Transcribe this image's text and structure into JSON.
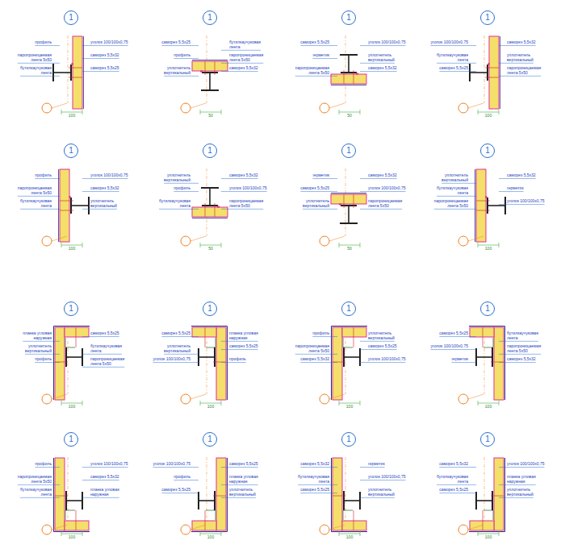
{
  "diagram": {
    "nodes": [
      {
        "text": [
          "1"
        ]
      },
      {
        "text": [
          "1"
        ]
      },
      {
        "text": [
          "1"
        ]
      },
      {
        "text": [
          "1"
        ]
      },
      {
        "text": [
          "1"
        ]
      },
      {
        "text": [
          "1"
        ]
      },
      {
        "text": [
          "1"
        ]
      },
      {
        "text": [
          "1"
        ]
      },
      {
        "text": [
          "1"
        ]
      },
      {
        "text": [
          "1"
        ]
      },
      {
        "text": [
          "1"
        ]
      },
      {
        "text": [
          "1"
        ]
      },
      {
        "text": [
          "1"
        ]
      },
      {
        "text": [
          "1"
        ]
      },
      {
        "text": [
          "1"
        ]
      },
      {
        "text": [
          "1"
        ]
      }
    ],
    "labels": [
      "профиль",
      "паропроницаемая лента 5х50",
      "бутилкаучуковая лента",
      "уголок 100/100х0,75",
      "саморез 5,5х32",
      "саморез 5,5х25",
      "100",
      "саморез 5,5х25",
      "профиль",
      "уплотнитель вертикальный",
      "бутилкаучуковая лента",
      "паропроницаемая лента 5х50",
      "саморез 5,5х32",
      "50",
      "саморез 5,5х25",
      "герметик",
      "паропроницаемая лента 5х50",
      "уголок 100/100х0,75",
      "уплотнитель вертикальный",
      "саморез 5,5х32",
      "50",
      "уголок 100/100х0,75",
      "бутилкаучуковая лента",
      "саморез 5,5х25",
      "саморез 5,5х32",
      "уплотнитель вертикальный",
      "паропроницаемая лента 5х50",
      "100",
      "профиль",
      "паропроницаемая лента 5х50",
      "бутилкаучуковая лента",
      "уголок 100/100х0,75",
      "саморез 5,5х32",
      "уплотнитель вертикальный",
      "100",
      "уплотнитель вертикальный",
      "профиль",
      "бутилкаучуковая лента",
      "саморез 5,5х32",
      "уголок 100/100х0,75",
      "паропроницаемая лента 5х50",
      "50",
      "герметик",
      "саморез 5,5х25",
      "уплотнитель вертикальный",
      "саморез 5,5х32",
      "уголок 100/100х0,75",
      "паропроницаемая лента 5х50",
      "50",
      "уплотнитель вертикальный",
      "бутилкаучуковая лента",
      "паропроницаемая лента 5х50",
      "саморез 5,5х32",
      "герметик",
      "уголок 100/100х0,75",
      "100",
      "планка угловая наружная",
      "уплотнитель вертикальный",
      "профиль",
      "саморез 5,5х25",
      "бутилкаучуковая лента",
      "паропроницаемая лента 5х50",
      "100",
      "саморез 5,5х25",
      "уплотнитель вертикальный",
      "уголок 100/100х0,75",
      "планка угловая наружная",
      "саморез 5,5х25",
      "профиль",
      "100",
      "профиль",
      "паропроницаемая лента 5х50",
      "саморез 5,5х32",
      "уплотнитель вертикальный",
      "саморез 5,5х25",
      "уголок 100/100х0,75",
      "100",
      "саморез 5,5х25",
      "уголок 100/100х0,75",
      "герметик",
      "бутилкаучуковая лента",
      "паропроницаемая лента 5х50",
      "саморез 5,5х32",
      "100",
      "профиль",
      "паропроницаемая лента 5х50",
      "бутилкаучуковая лента",
      "уголок 100/100х0,75",
      "саморез 5,5х32",
      "планка угловая наружная",
      "100",
      "уголок 100/100х0,75",
      "профиль",
      "саморез 5,5х25",
      "саморез 5,5х25",
      "планка угловая наружная",
      "уплотнитель вертикальный",
      "100",
      "саморез 5,5х32",
      "бутилкаучуковая лента",
      "саморез 5,5х25",
      "герметик",
      "уголок 100/100х0,75",
      "уплотнитель вертикальный",
      "100",
      "саморез 5,5х32",
      "бутилкаучуковая лента",
      "саморез 5,5х25",
      "уголок 100/100х0,75",
      "планка угловая наружная",
      "уплотнитель вертикальный",
      "100"
    ]
  }
}
